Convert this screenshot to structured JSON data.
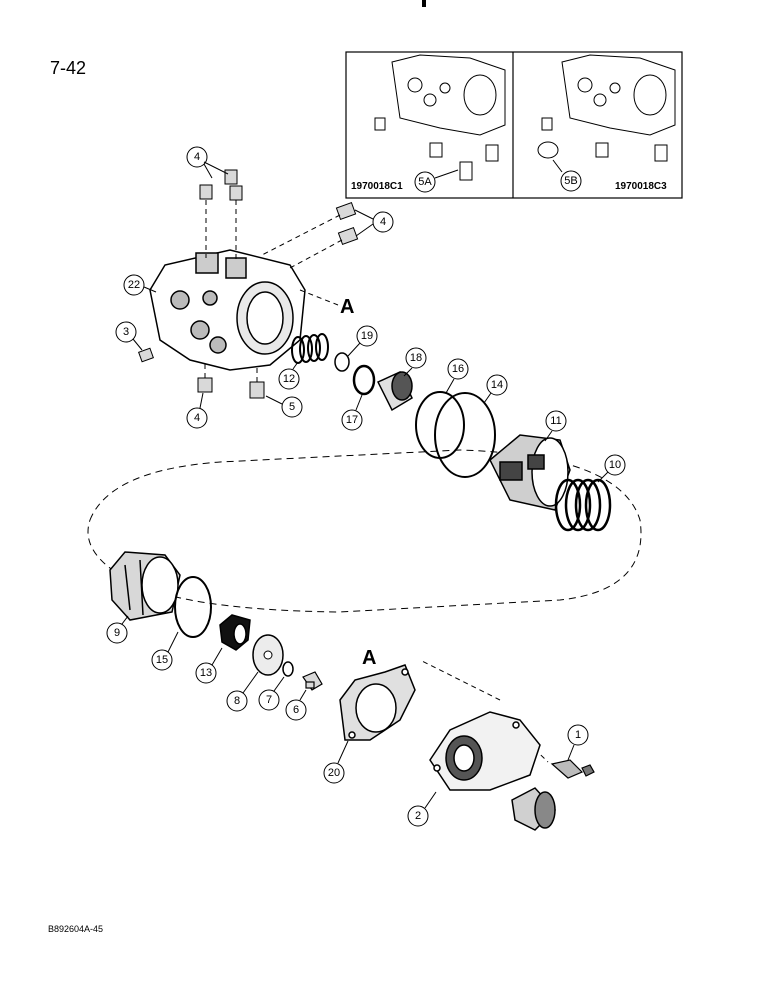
{
  "page": {
    "number": "7-42",
    "footer_code": "B892604A-45"
  },
  "inset": {
    "left_code": "1970018C1",
    "right_code": "1970018C3",
    "left_callout": "5A",
    "right_callout": "5B"
  },
  "reference_letters": [
    "A",
    "A"
  ],
  "callouts": [
    "1",
    "2",
    "3",
    "4",
    "4",
    "4",
    "5",
    "6",
    "7",
    "8",
    "9",
    "10",
    "11",
    "12",
    "13",
    "14",
    "15",
    "16",
    "17",
    "18",
    "19",
    "20",
    "22"
  ]
}
